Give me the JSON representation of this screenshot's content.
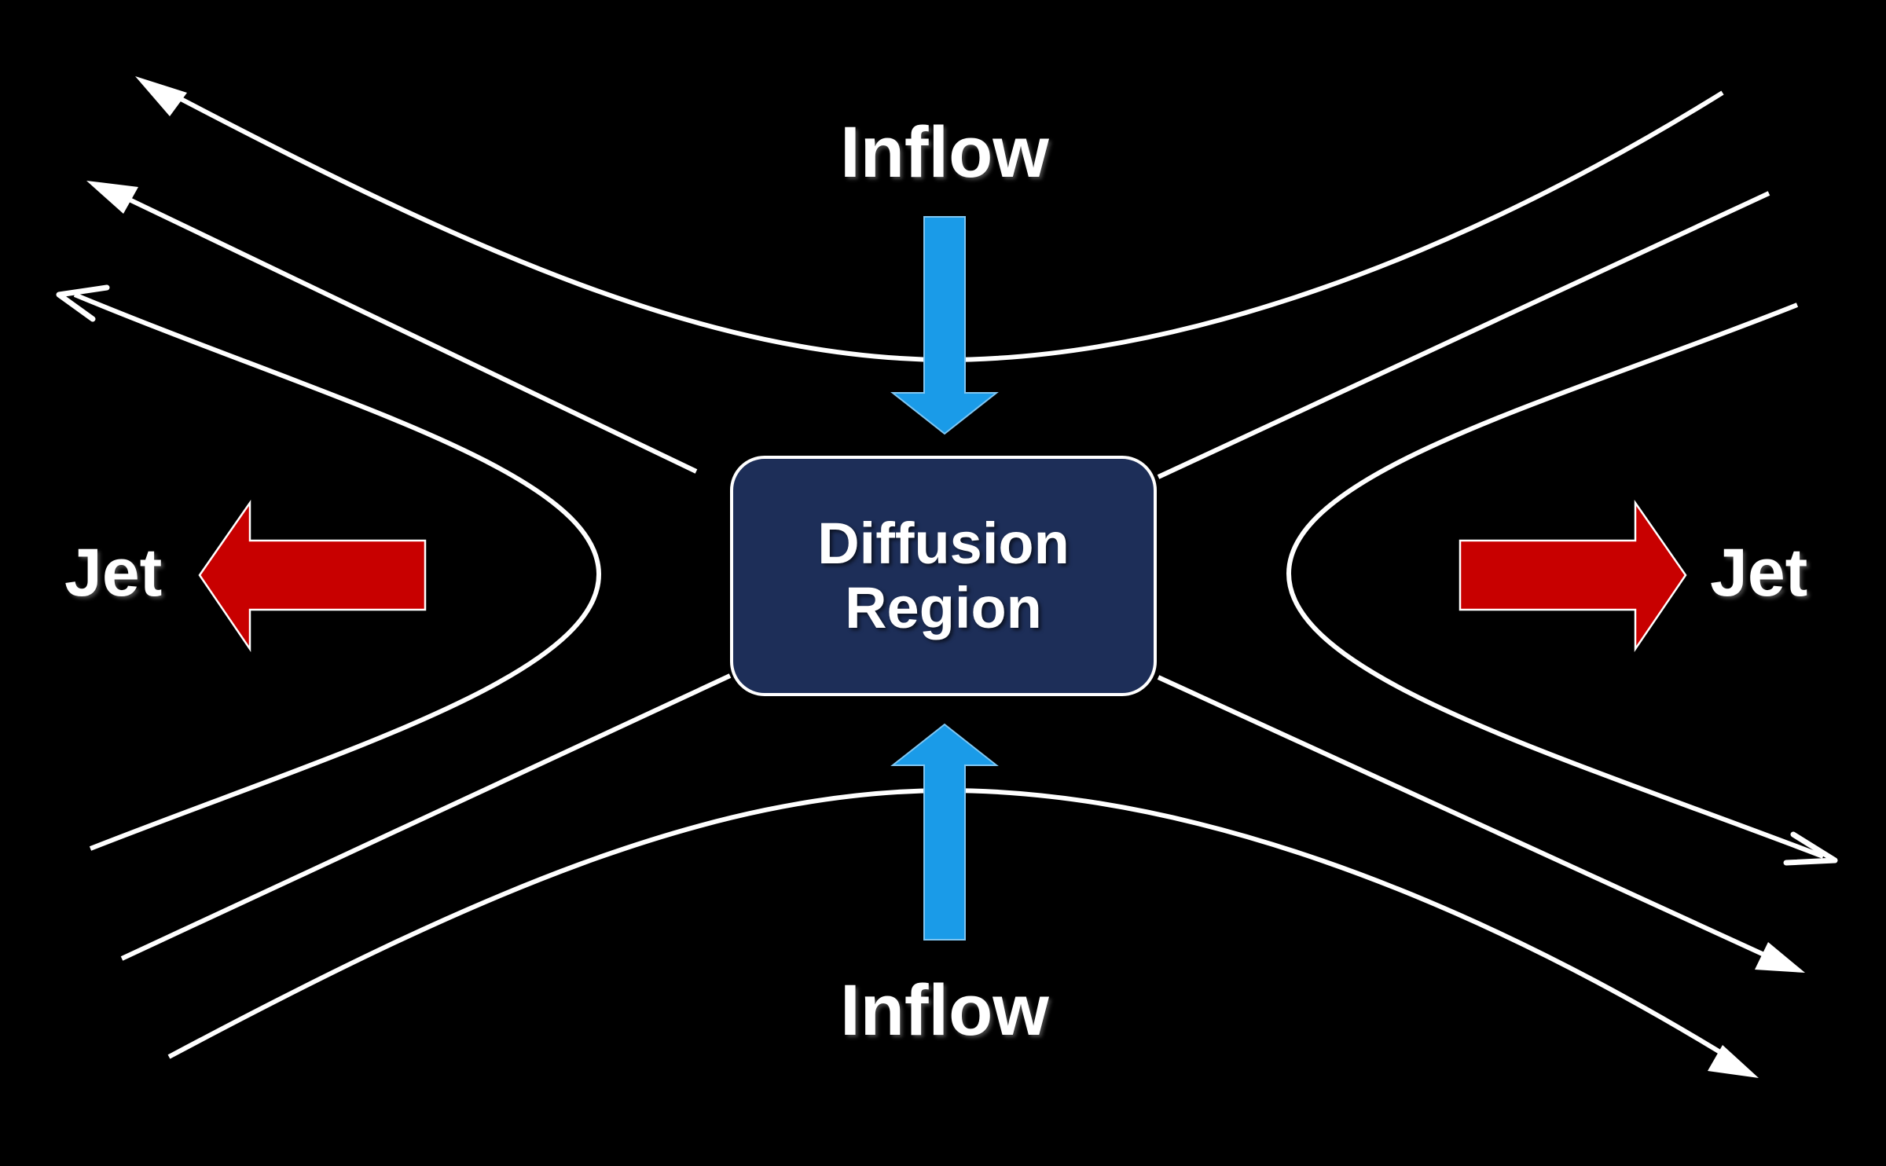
{
  "labels": {
    "inflow_top": "Inflow",
    "inflow_bottom": "Inflow",
    "jet_left": "Jet",
    "jet_right": "Jet"
  },
  "diffusion_region": {
    "line1": "Diffusion",
    "line2": "Region"
  },
  "colors": {
    "background": "#000000",
    "field_lines": "#ffffff",
    "inflow_arrows": "#1a9be8",
    "jet_arrows": "#c80000",
    "region_fill": "#1d2e58"
  }
}
